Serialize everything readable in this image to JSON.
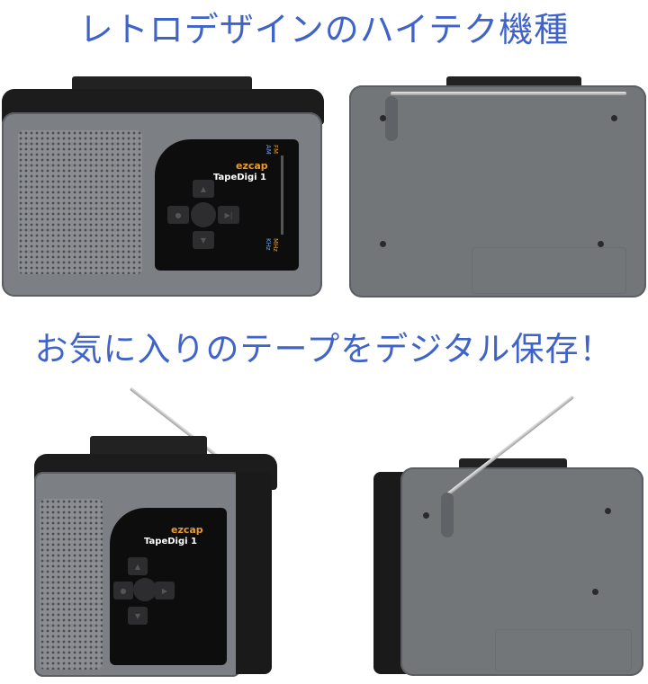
{
  "headline_top": "レトロデザインのハイテク機種",
  "headline_bottom": "お気に入りのテープをデジタル保存！",
  "product": {
    "brand": "ezcap",
    "model": "TapeDigi 1",
    "band_fm": "FM",
    "band_am": "AM",
    "unit_fm": "MHz",
    "unit_am": "KHz"
  },
  "colors": {
    "headline": "#3f63c9",
    "body": "#7c7f83",
    "brand": "#e89b2b"
  }
}
